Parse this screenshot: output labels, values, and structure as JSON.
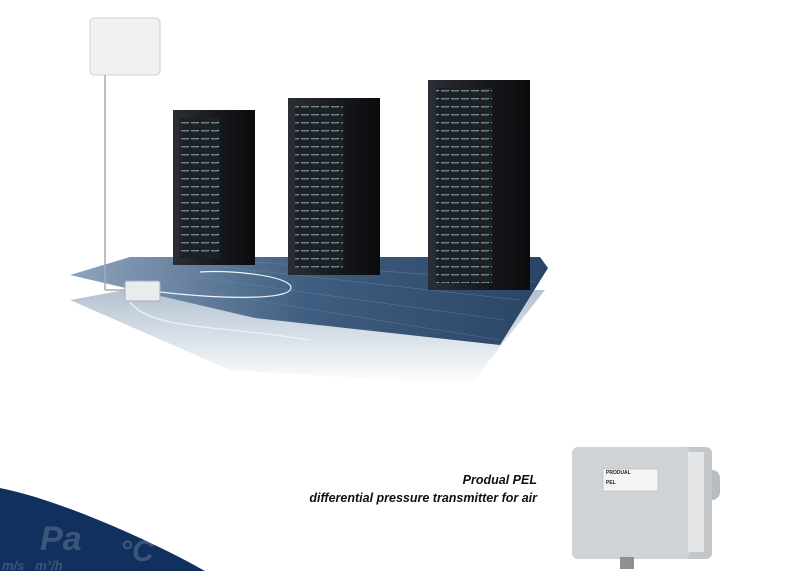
{
  "caption": {
    "title": "Produal PEL",
    "subtitle": "differential pressure transmitter for air"
  },
  "device_label": {
    "brand": "PRODUAL",
    "model": "PEL"
  },
  "watermark": {
    "units_top": "Pa",
    "units_bottom": "m/s   m³/h",
    "degree": "°C"
  },
  "colors": {
    "navy": "#12305e",
    "floor": "#3c5a7c",
    "rack": "#1a1c20"
  }
}
